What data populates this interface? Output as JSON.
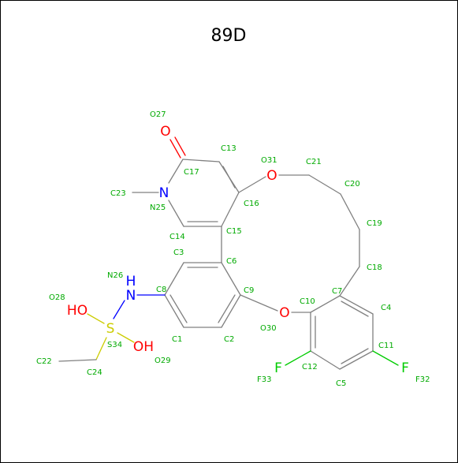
{
  "title": "89D",
  "colors": {
    "bond": "#808080",
    "oxygen": "#ff0000",
    "nitrogen": "#0000ff",
    "sulfur": "#cccc00",
    "fluorine": "#00cc00",
    "label": "#00aa00"
  },
  "atoms": [
    {
      "id": "O27_sym",
      "text": "O"
    },
    {
      "id": "N25_sym",
      "text": "N"
    },
    {
      "id": "O31_sym",
      "text": "O"
    },
    {
      "id": "N26_sym",
      "text": "H"
    },
    {
      "id": "N26_sym2",
      "text": "N"
    },
    {
      "id": "O30_sym",
      "text": "O"
    },
    {
      "id": "O28_sym",
      "text": "HO"
    },
    {
      "id": "S34_sym",
      "text": "S"
    },
    {
      "id": "O29_sym",
      "text": "OH"
    },
    {
      "id": "F33_sym",
      "text": "F"
    },
    {
      "id": "F32_sym",
      "text": "F"
    }
  ],
  "labels": [
    "O27",
    "C13",
    "O31",
    "C21",
    "C17",
    "C23",
    "N25",
    "C16",
    "C20",
    "C19",
    "C14",
    "C15",
    "C3",
    "C6",
    "C18",
    "N26",
    "C8",
    "C7",
    "O28",
    "C9",
    "C10",
    "C4",
    "S34",
    "O30",
    "C1",
    "C2",
    "C11",
    "C22",
    "O29",
    "C24",
    "C12",
    "F33",
    "C5",
    "F32"
  ]
}
